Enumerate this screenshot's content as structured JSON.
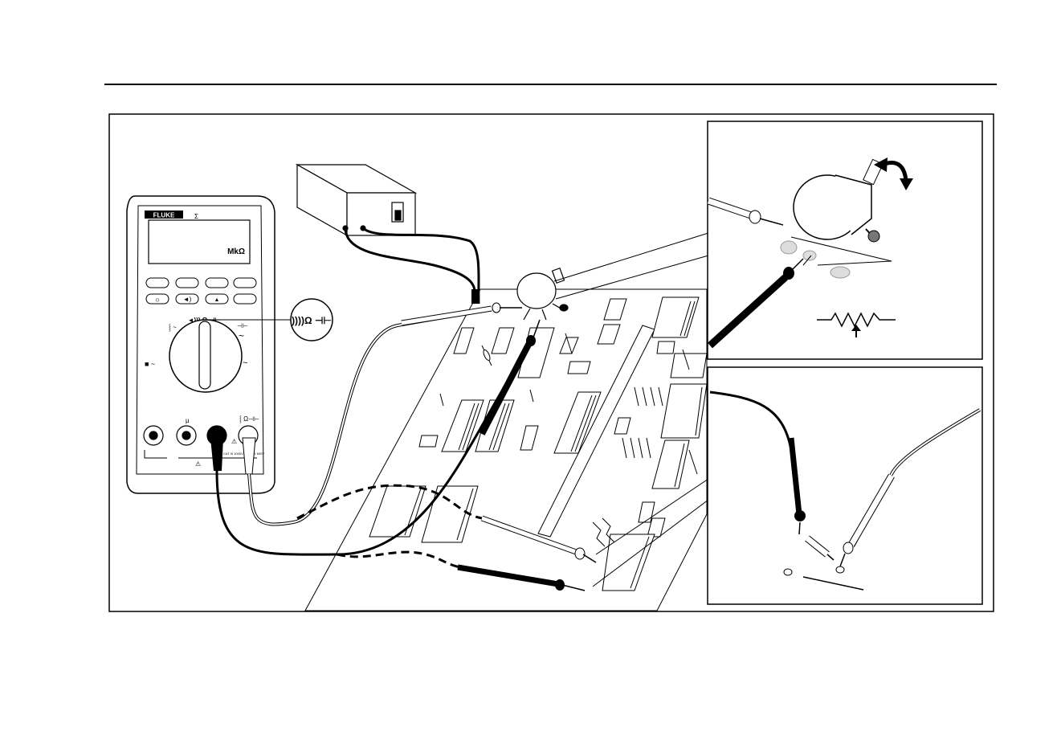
{
  "meter": {
    "brand": "FLUKE",
    "display_unit": "MkΩ",
    "rotary_symbols": "◄))) Ω ⊣⊢",
    "callout_label": "))))Ω ⊣⊢",
    "model_mark": "Σ",
    "micro_mark": "μ",
    "terminal_rating": "CAT III 1000V / CAT IV 600V"
  },
  "insets": {
    "top": {
      "arrow_label": "↑"
    }
  },
  "colors": {
    "line": "#000000",
    "fill": "#ffffff",
    "lead_black": "#111111",
    "chip_gray": "#ffffff"
  }
}
